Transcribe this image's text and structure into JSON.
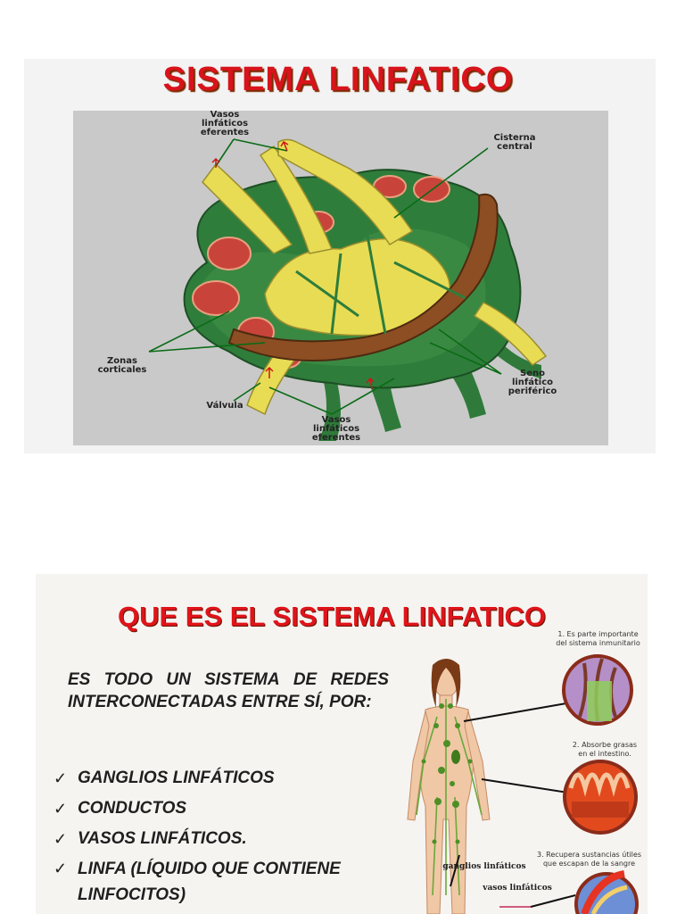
{
  "slide1": {
    "title": "SISTEMA LINFATICO",
    "labels": {
      "vasos_eferentes_top": "Vasos\nlinfáticos\neferentes",
      "cisterna": "Cisterna\ncentral",
      "zonas": "Zonas\ncorticales",
      "valvula": "Válvula",
      "vasos_eferentes_bottom": "Vasos\nlinfáticos\neferentes",
      "seno": "Seno\nlinfático\nperiférico"
    }
  },
  "slide2": {
    "title": "QUE ES EL SISTEMA LINFATICO",
    "intro_line1_words": [
      "ES",
      "TODO",
      "UN",
      "SISTEMA",
      "DE",
      "REDES"
    ],
    "intro_line2": "INTERCONECTADAS ENTRE SÍ, POR:",
    "check_glyph": "✓",
    "bullets": [
      "GANGLIOS LINFÁTICOS",
      "CONDUCTOS",
      "VASOS LINFÁTICOS.",
      "LINFA (LÍQUIDO QUE CONTIENE LINFOCITOS)"
    ],
    "figure_labels": {
      "f1": "1. Es parte importante\ndel sistema inmunitario",
      "f2": "2. Absorbe grasas\nen el intestino.",
      "f3": "3. Recupera sustancias útiles\nque escapan de la sangre",
      "ganglios": "ganglios linfáticos",
      "vasos": "vasos linfáticos"
    }
  }
}
